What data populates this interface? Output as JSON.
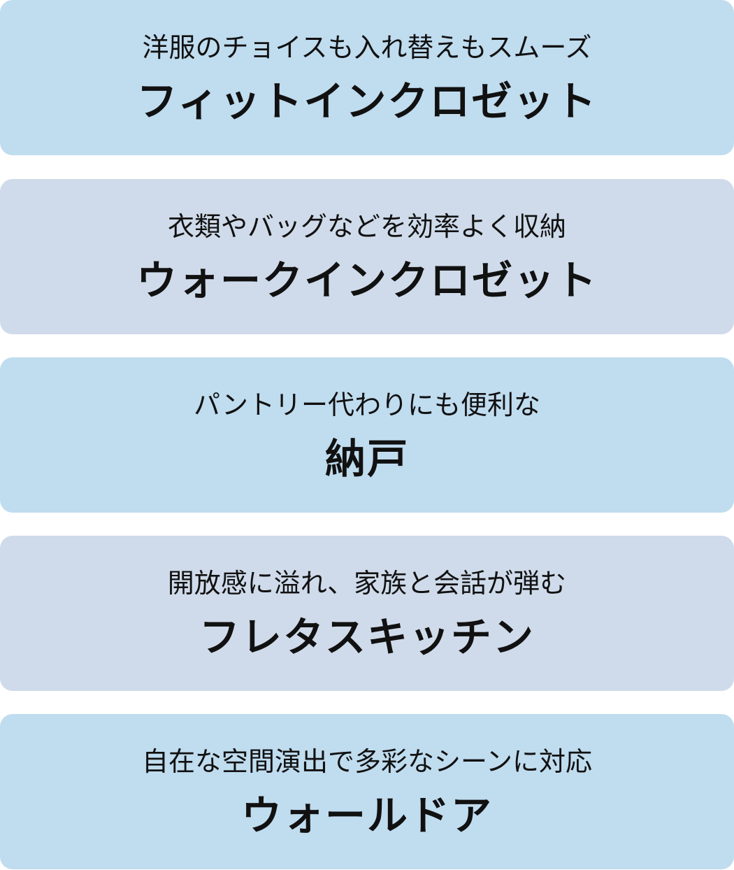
{
  "cards": [
    {
      "subtitle": "洋服のチョイスも入れ替えもスムーズ",
      "title": "フィットインクロゼット",
      "color": "#c0dcef"
    },
    {
      "subtitle": "衣類やバッグなどを効率よく収納",
      "title": "ウォークインクロゼット",
      "color": "#cfdbea"
    },
    {
      "subtitle": "パントリー代わりにも便利な",
      "title": "納戸",
      "color": "#c0dcef"
    },
    {
      "subtitle": "開放感に溢れ、家族と会話が弾む",
      "title": "フレタスキッチン",
      "color": "#cfdbea"
    },
    {
      "subtitle": "自在な空間演出で多彩なシーンに対応",
      "title": "ウォールドア",
      "color": "#c0dcef"
    }
  ]
}
